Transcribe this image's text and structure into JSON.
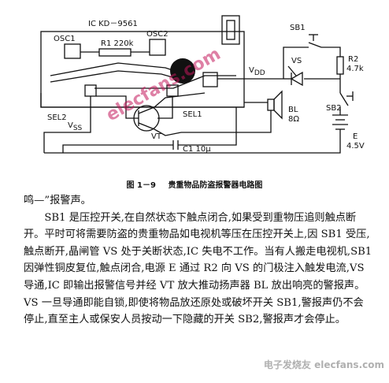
{
  "figure": {
    "labels": {
      "ic": "IC KD－9561",
      "osc1": "OSC1",
      "osc2": "OSC2",
      "r1": "R1  220k",
      "vdd": "V",
      "vdd_sub": "DD",
      "sb1": "SB1",
      "vs": "VS",
      "r2": "R2",
      "r2_val": "4.7k",
      "sb2": "SB2",
      "sel2": "SEL2",
      "vss": "V",
      "vss_sub": "SS",
      "sel1": "SEL1",
      "bl": "BL",
      "bl_val": "8Ω",
      "vt": "VT",
      "c1": "C1  10μ",
      "e": "E",
      "e_val": "4.5V"
    },
    "caption_num": "图 1－9",
    "caption_title": "贵重物品防盗报警器电路图",
    "watermark": "elecfans.com"
  },
  "body": {
    "line0": "鸣—”报警声。",
    "para1": "SB1 是压控开关,在自然状态下触点闭合,如果受到重物压追则触点断开。平时可将需要防盗的贵重物品如电视机等压在压控开关上,因 SB1 受压,触点断开,晶闸管 VS 处于关断状态,IC 失电不工作。当有人搬走电视机,SB1 因弹性铜皮复位,触点闭合,电源 E 通过 R2 向 VS 的门极注入触发电流,VS 导通,IC 即输出报警信号并经 VT 放大推动扬声器 BL 放出响亮的警报声。VS 一旦导通即能自锁,即使将物品放还原处或破坏开关 SB1,警报声仍不会停止,直至主人或保安人员按动一下隐藏的开关 SB2,警报声才会停止。"
  },
  "footer_watermark": "电子发烧友 elecfans.com"
}
